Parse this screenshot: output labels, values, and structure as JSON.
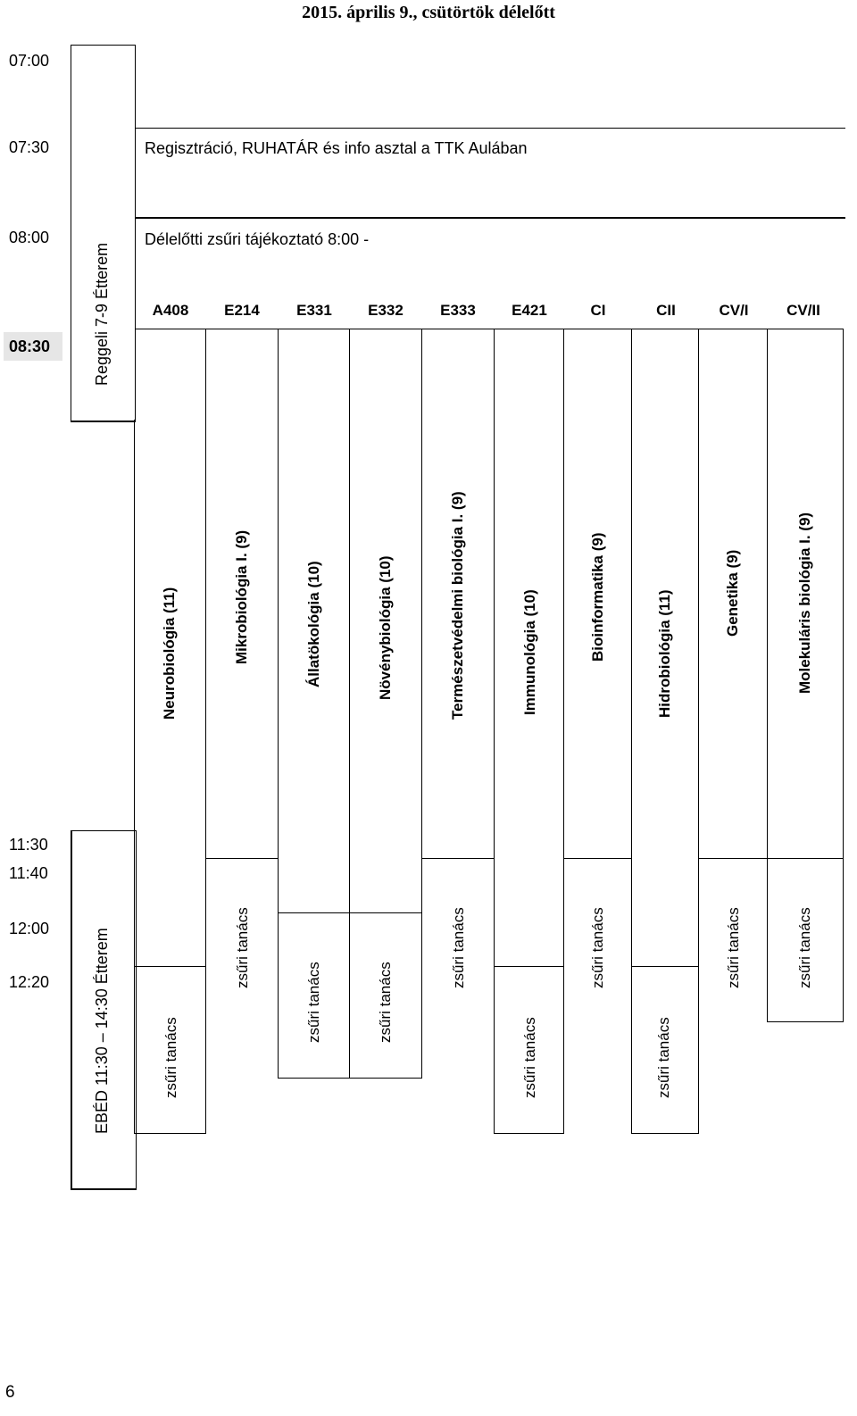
{
  "header": {
    "title": "2015. április 9., csütörtök délelőtt"
  },
  "times": {
    "t0700": "07:00",
    "t0730": "07:30",
    "t0800": "08:00",
    "t0830": "08:30",
    "t1130": "11:30",
    "t1140": "11:40",
    "t1200": "12:00",
    "t1220": "12:20"
  },
  "notes": {
    "registration": "Regisztráció, RUHATÁR és info asztal a TTK Aulában",
    "jury_briefing": "Délelőtti zsűri tájékoztató 8:00 -",
    "breakfast": "Reggeli   7-9   Étterem",
    "lunch": "EBÉD 11:30 – 14:30 Étterem"
  },
  "rooms": [
    "A408",
    "E214",
    "E331",
    "E332",
    "E333",
    "E421",
    "CI",
    "CII",
    "CV/I",
    "CV/II"
  ],
  "subjects": [
    "Neurobiológia (11)",
    "Mikrobiológia I. (9)",
    "Állatökológia (10)",
    "Növénybiológia (10)",
    "Természetvédelmi biológia I. (9)",
    "Immunológia (10)",
    "Bioinformatika (9)",
    "Hidrobiológia (11)",
    "Genetika (9)",
    "Molekuláris biológia I. (9)"
  ],
  "jury": [
    "zsűri tanács",
    "zsűri tanács",
    "zsűri tanács",
    "zsűri tanács",
    "zsűri tanács",
    "zsűri tanács",
    "zsűri tanács",
    "zsűri tanács",
    "zsűri tanács",
    "zsűri tanács"
  ],
  "page_number": "6"
}
